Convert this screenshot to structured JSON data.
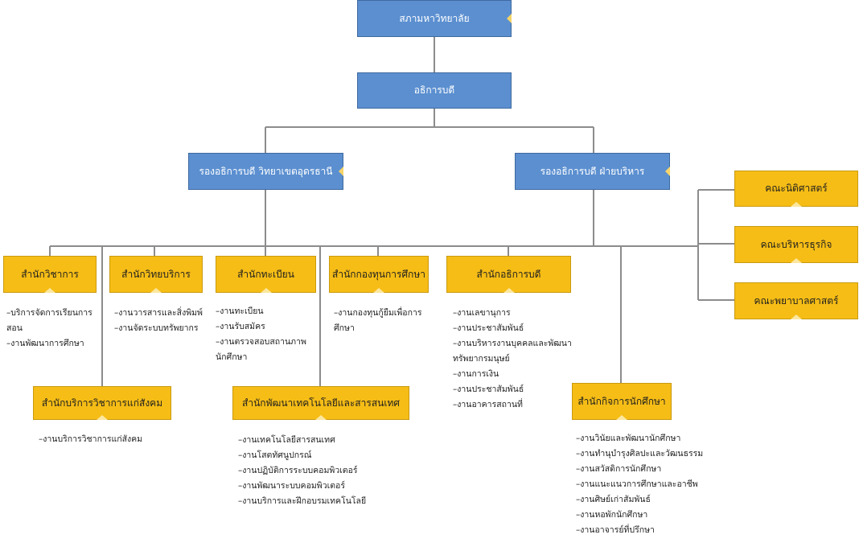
{
  "colors": {
    "blue_box": "#5b8fd0",
    "gold_box": "#f6bd16",
    "connector": "#8c8c8c"
  },
  "top": {
    "university": "สภามหาวิทยาลัย",
    "president": "อธิการบดี"
  },
  "vice": {
    "udon": "รองอธิการบดี วิทยาเขตอุดรธานี",
    "admin": "รองอธิการบดี ฝ่ายบริหาร"
  },
  "faculties": [
    "คณะนิติศาสตร์",
    "คณะบริหารธุรกิจ",
    "คณะพยาบาลศาสตร์"
  ],
  "offices": {
    "academic": {
      "title": "สำนักวิชาการ",
      "items": [
        "–บริการจัดการเรียนการสอน",
        "–งานพัฒนาการศึกษา"
      ]
    },
    "research": {
      "title": "สำนักวิทยบริการ",
      "items": [
        "–งานวารสารและสิ่งพิมพ์",
        "–งานจัดระบบทรัพยากร"
      ]
    },
    "registrar": {
      "title": "สำนักทะเบียน",
      "items": [
        "–งานทะเบียน",
        "–งานรับสมัคร",
        "–งานตรวจสอบสถานภาพนักศึกษา"
      ]
    },
    "fund": {
      "title": "สำนักกองทุนการศึกษา",
      "items": [
        "–งานกองทุนกู้ยืมเพื่อการศึกษา"
      ]
    },
    "president_office": {
      "title": "สำนักอธิการบดี",
      "items": [
        "–งานเลขานุการ",
        "–งานประชาสัมพันธ์",
        "–งานบริหารงานบุคคลและพัฒนาทรัพยากรมนุษย์",
        "–งานการเงิน",
        "–งานประชาสัมพันธ์",
        "–งานอาคารสถานที่"
      ]
    },
    "social": {
      "title": "สำนักบริการวิชาการแก่สังคม",
      "items": [
        "–งานบริการวิชาการแก่สังคม"
      ]
    },
    "it": {
      "title": "สำนักพัฒนาเทคโนโลยีและสารสนเทศ",
      "items": [
        "–งานเทคโนโลยีสารสนเทศ",
        "–งานโสตทัศนูปกรณ์",
        "–งานปฏิบัติการระบบคอมพิวเตอร์",
        "–งานพัฒนาระบบคอมพิวเตอร์",
        "–งานบริการและฝึกอบรมเทคโนโลยี"
      ]
    },
    "student": {
      "title": "สำนักกิจการนักศึกษา",
      "items": [
        "–งานวินัยและพัฒนานักศึกษา",
        "–งานทำนุบำรุงศิลปะและวัฒนธรรม",
        "–งานสวัสดิการนักศึกษา",
        "–งานแนะแนวการศึกษาและอาชีพ",
        "–งานศิษย์เก่าสัมพันธ์",
        "–งานหอพักนักศึกษา",
        "–งานอาจารย์ที่ปรึกษา"
      ]
    }
  }
}
